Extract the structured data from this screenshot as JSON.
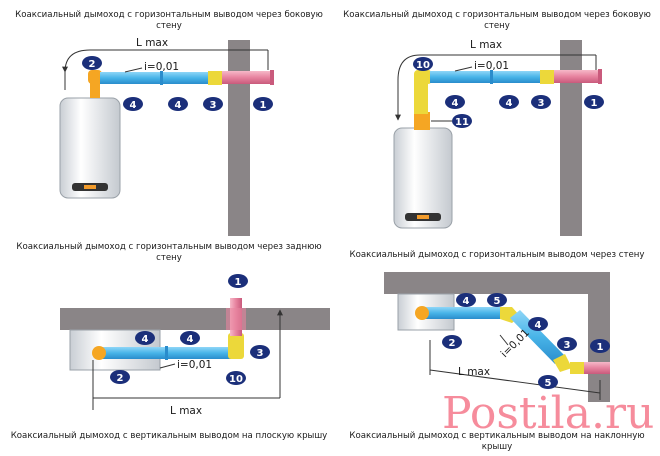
{
  "captions": {
    "q1": "Коаксиальный дымоход с горизонтальным выводом через боковую стену",
    "q2": "Коаксиальный дымоход с горизонтальным выводом через боковую стену",
    "q3": "Коаксиальный дымоход с горизонтальным выводом через заднюю стену",
    "q4": "Коаксиальный дымоход с горизонтальным выводом через стену",
    "q5": "Коаксиальный дымоход с вертикальным выводом на плоскую крышу",
    "q6": "Коаксиальный дымоход с вертикальным выводом на наклонную крышу"
  },
  "labels": {
    "lmax": "L max",
    "slope": "i=0,01"
  },
  "markers": {
    "m1": "1",
    "m2": "2",
    "m3": "3",
    "m4": "4",
    "m5": "5",
    "m10": "10",
    "m11": "11"
  },
  "watermark": "Postila.ru",
  "colors": {
    "pipe_blue": "#48b4e8",
    "elbow_orange": "#f5a623",
    "adapter_yellow": "#ecd83a",
    "terminal_pink": "#e7839f",
    "marker_navy": "#1b2f7a",
    "wall_gray": "#8a8587",
    "watermark_red": "#ee1c3b"
  }
}
